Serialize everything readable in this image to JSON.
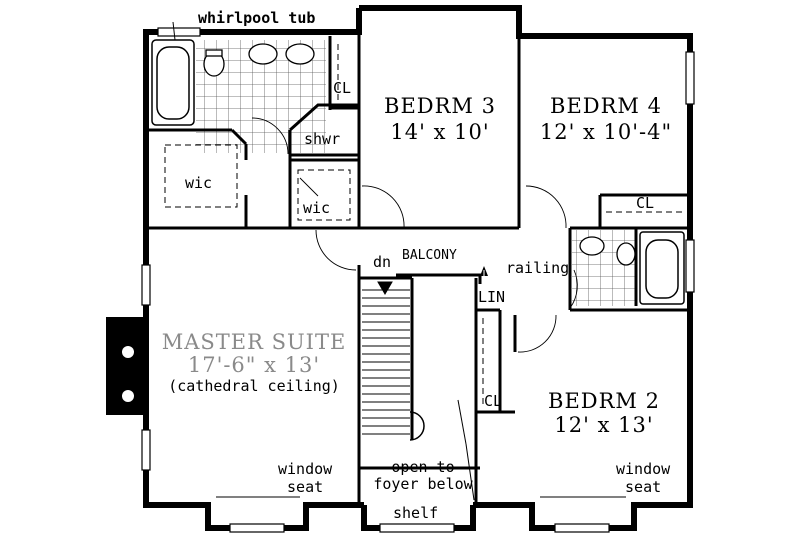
{
  "labels": {
    "whirlpool_tub": "whirlpool tub",
    "closet_top": "CL",
    "shower": "shwr",
    "wic_left": "wic",
    "wic_right": "wic",
    "bedroom3_name": "BEDRM 3",
    "bedroom3_size": "14' x 10'",
    "bedroom4_name": "BEDRM 4",
    "bedroom4_size": "12' x 10'-4\"",
    "closet_bedroom4": "CL",
    "down": "dn",
    "balcony": "BALCONY",
    "railing": "railing",
    "linen": "LIN",
    "master_name": "MASTER SUITE",
    "master_size": "17'-6\" x 13'",
    "master_note": "(cathedral ceiling)",
    "closet_hall": "CL",
    "bedroom2_name": "BEDRM 2",
    "bedroom2_size": "12' x 13'",
    "window_seat_left_1": "window",
    "window_seat_left_2": "seat",
    "window_seat_right_1": "window",
    "window_seat_right_2": "seat",
    "open_foyer_1": "open to",
    "open_foyer_2": "foyer below",
    "shelf": "shelf"
  }
}
